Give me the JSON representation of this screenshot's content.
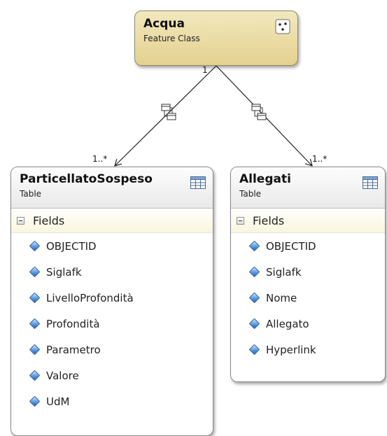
{
  "feature": {
    "name": "Acqua",
    "kind": "Feature Class",
    "icon": "feature-class-icon"
  },
  "tables": [
    {
      "name": "ParticellatoSospeso",
      "kind": "Table",
      "section": "Fields",
      "fields": [
        "OBJECTID",
        "Siglafk",
        "LivelloProfondità",
        "Profondità",
        "Parametro",
        "Valore",
        "UdM"
      ]
    },
    {
      "name": "Allegati",
      "kind": "Table",
      "section": "Fields",
      "fields": [
        "OBJECTID",
        "Siglafk",
        "Nome",
        "Allegato",
        "Hyperlink"
      ]
    }
  ],
  "relations": [
    {
      "origin_cardinality": "1",
      "dest_cardinality": "1..*"
    },
    {
      "dest_cardinality": "1..*"
    }
  ],
  "colors": {
    "feature_fill": "#e8d79a",
    "field_icon": "#3a78c8",
    "section_fill": "#faf6dc"
  }
}
